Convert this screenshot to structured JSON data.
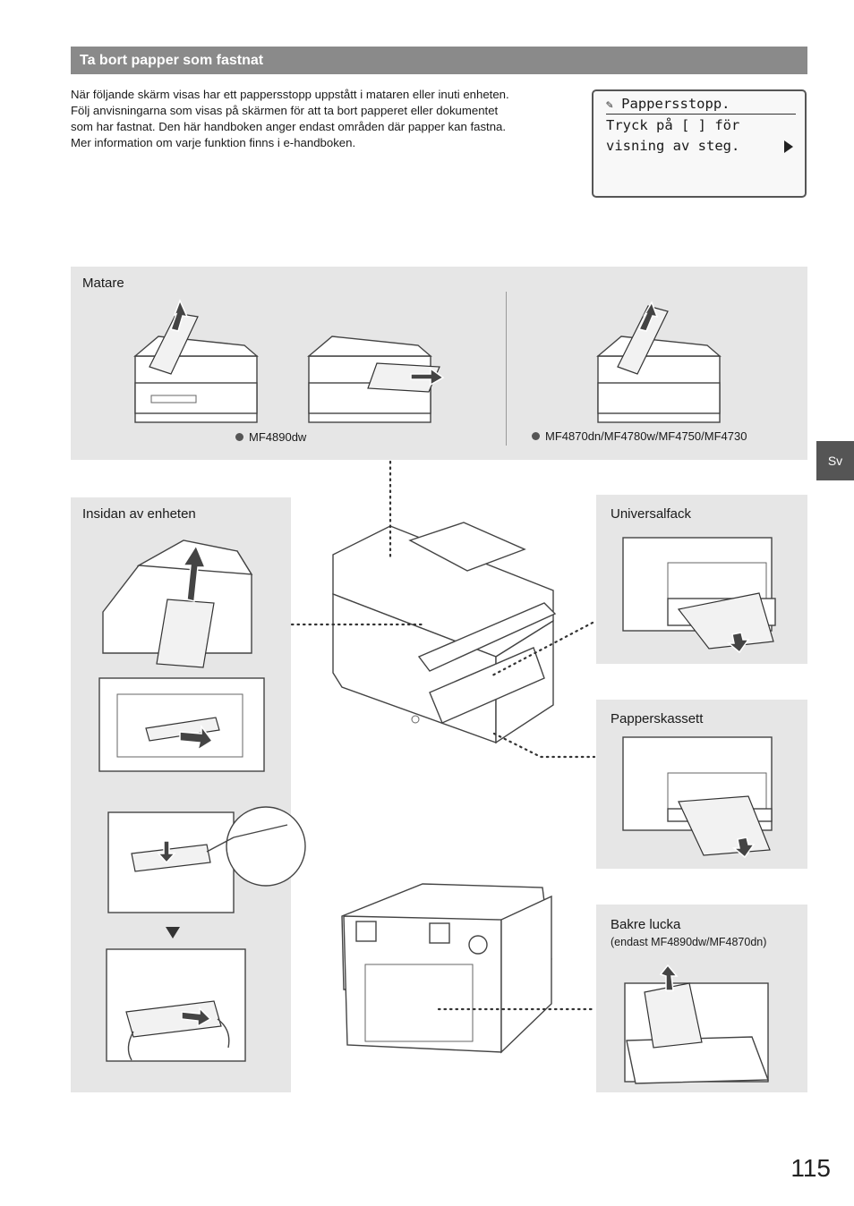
{
  "section_title": "Ta bort papper som fastnat",
  "intro": [
    "När följande skärm visas har ett pappersstopp uppstått i mataren eller inuti enheten.",
    "Följ anvisningarna som visas på skärmen för att ta bort papperet eller dokumentet",
    "som har fastnat. Den här handboken anger endast områden där papper kan fastna.",
    "Mer information om varje funktion finns i e-handboken."
  ],
  "lcd": {
    "line1": "Pappersstopp.",
    "line2": "Tryck på [ ] för",
    "line3": "visning av steg.",
    "icon": "paper-jam-icon"
  },
  "panels": {
    "feeder": {
      "label": "Matare",
      "model_a": "MF4890dw",
      "model_b": "MF4870dn/MF4780w/MF4750/MF4730"
    },
    "inside": {
      "label": "Insidan av enheten"
    },
    "multipurpose": {
      "label": "Universalfack"
    },
    "cassette": {
      "label": "Papperskassett"
    },
    "rear": {
      "label": "Bakre lucka",
      "note": "(endast MF4890dw/MF4870dn)"
    }
  },
  "side_tab": "Sv",
  "page_number": "115",
  "colors": {
    "section_bar": "#8a8a8a",
    "panel_bg": "#e6e6e6",
    "side_tab": "#555555"
  }
}
